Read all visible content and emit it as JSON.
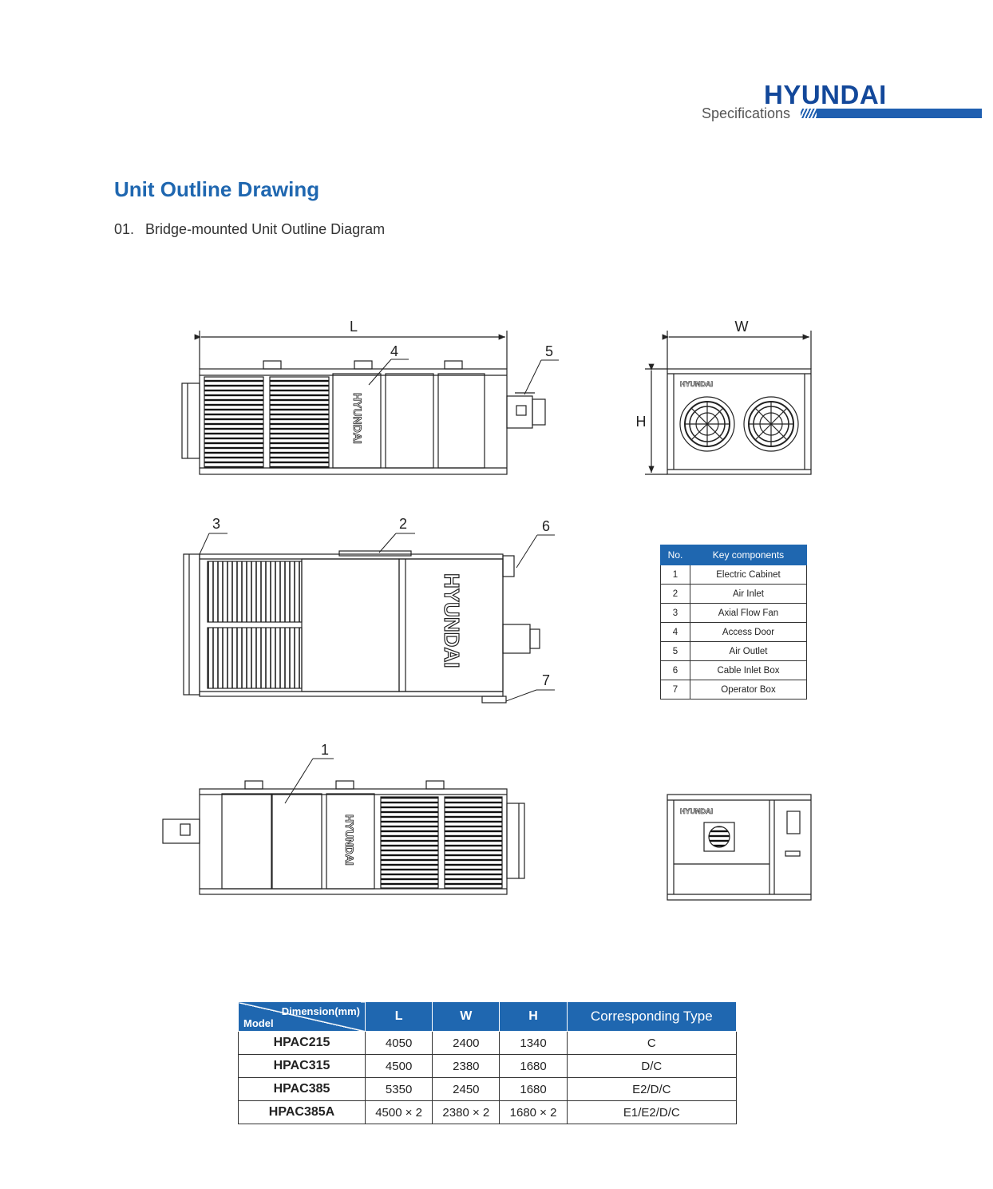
{
  "header": {
    "brand": "HYUNDAI",
    "section_label": "Specifications"
  },
  "page_title": "Unit Outline Drawing",
  "section": {
    "number": "01.",
    "title": "Bridge-mounted Unit Outline Diagram"
  },
  "drawing": {
    "dimension_labels": {
      "length": "L",
      "width": "W",
      "height": "H"
    },
    "unit_logo_text": "HYUNDAI",
    "callouts": [
      "1",
      "2",
      "3",
      "4",
      "5",
      "6",
      "7"
    ]
  },
  "components_table": {
    "headers": {
      "no": "No.",
      "name": "Key components"
    },
    "rows": [
      {
        "no": "1",
        "name": "Electric Cabinet"
      },
      {
        "no": "2",
        "name": "Air Inlet"
      },
      {
        "no": "3",
        "name": "Axial Flow Fan"
      },
      {
        "no": "4",
        "name": "Access Door"
      },
      {
        "no": "5",
        "name": "Air Outlet"
      },
      {
        "no": "6",
        "name": "Cable Inlet Box"
      },
      {
        "no": "7",
        "name": "Operator Box"
      }
    ]
  },
  "dimension_table": {
    "corner_top": "Dimension(mm)",
    "corner_bottom": "Model",
    "headers": [
      "L",
      "W",
      "H",
      "Corresponding Type"
    ],
    "rows": [
      {
        "model": "HPAC215",
        "L": "4050",
        "W": "2400",
        "H": "1340",
        "type": "C"
      },
      {
        "model": "HPAC315",
        "L": "4500",
        "W": "2380",
        "H": "1680",
        "type": "D/C"
      },
      {
        "model": "HPAC385",
        "L": "5350",
        "W": "2450",
        "H": "1680",
        "type": "E2/D/C"
      },
      {
        "model": "HPAC385A",
        "L": "4500 × 2",
        "W": "2380 × 2",
        "H": "1680 × 2",
        "type": "E1/E2/D/C"
      }
    ]
  }
}
